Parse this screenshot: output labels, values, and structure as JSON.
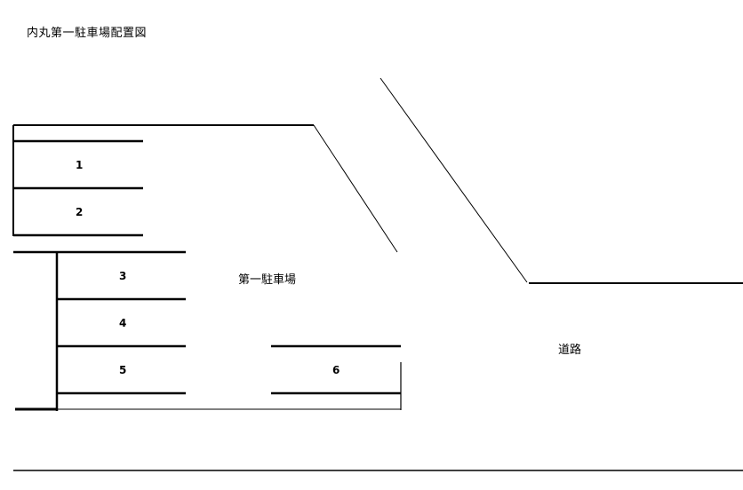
{
  "title": "内丸第一駐車場配置図",
  "diagram": {
    "lot_label": "第一駐車場",
    "road_label": "道路",
    "stalls": [
      {
        "number": "1"
      },
      {
        "number": "2"
      },
      {
        "number": "3"
      },
      {
        "number": "4"
      },
      {
        "number": "5"
      },
      {
        "number": "6"
      }
    ],
    "line_color": "#000000",
    "background": "#ffffff"
  }
}
